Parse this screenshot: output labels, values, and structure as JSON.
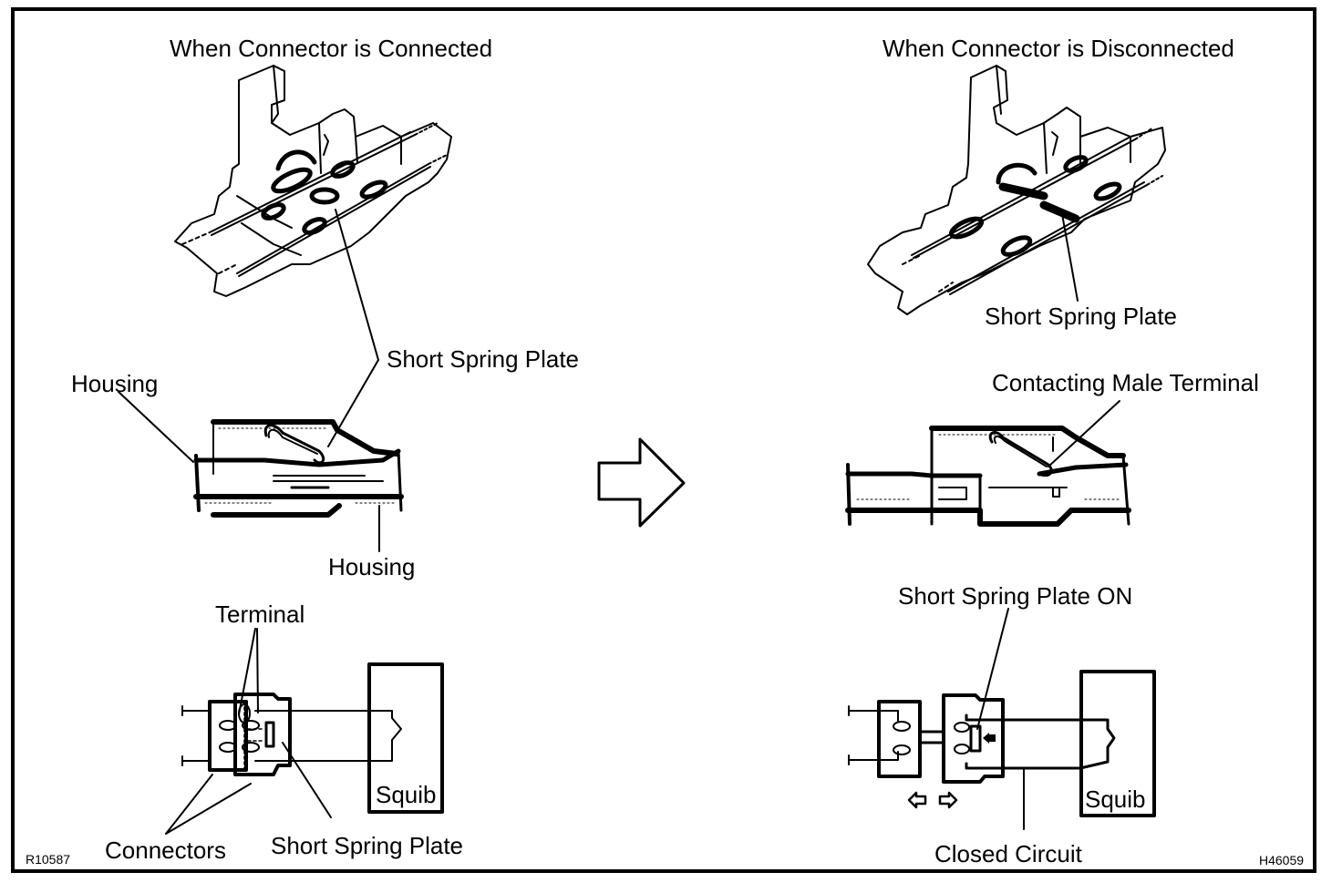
{
  "left_panel": {
    "title": "When Connector is Connected",
    "labels": {
      "short_spring_plate_top": "Short Spring Plate",
      "housing_left": "Housing",
      "housing_bottom": "Housing",
      "terminal": "Terminal",
      "connectors": "Connectors",
      "short_spring_plate_bottom": "Short Spring Plate",
      "squib": "Squib"
    },
    "figure_code": "R10587"
  },
  "right_panel": {
    "title": "When Connector is Disconnected",
    "labels": {
      "short_spring_plate_top": "Short Spring Plate",
      "contacting_male_terminal": "Contacting Male Terminal",
      "short_spring_plate_on": "Short Spring Plate ON",
      "closed_circuit": "Closed Circuit",
      "squib": "Squib"
    },
    "figure_code": "H46059"
  },
  "transition_arrow": "right-arrow-icon",
  "colors": {
    "ink": "#000000",
    "paper": "#ffffff"
  }
}
